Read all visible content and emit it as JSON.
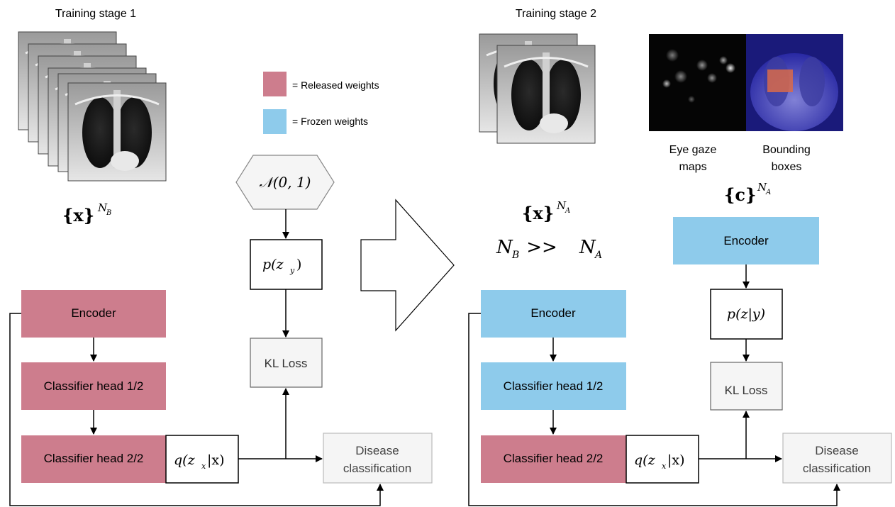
{
  "colors": {
    "released": "#cd7d8d",
    "frozen": "#8ecbeb",
    "gray_box": "#f5f5f5",
    "gray_border": "#777777"
  },
  "stage1": {
    "title": "Training stage 1",
    "dataset_label_base": "{x}",
    "dataset_label_sup": "N",
    "dataset_label_sub": "B",
    "encoder": "Encoder",
    "head1": "Classifier head 1/2",
    "head2": "Classifier head 2/2",
    "posterior": "q(z",
    "posterior_sub": "x",
    "posterior_rest": "|x)",
    "prior_dist": "𝒩(0, 1)",
    "prior": "p(z",
    "prior_sub": "y",
    "prior_rest": ")",
    "kl": "KL Loss",
    "disease_line1": "Disease",
    "disease_line2": "classification"
  },
  "legend": {
    "released": "= Released weights",
    "frozen": "= Frozen weights"
  },
  "stage2": {
    "title": "Training stage 2",
    "dataset_label_base": "{x}",
    "dataset_label_sup": "N",
    "dataset_label_sub": "A",
    "relation_lhs": "N",
    "relation_lhs_sub": "B",
    "relation_op": " >> ",
    "relation_rhs": "N",
    "relation_rhs_sub": "A",
    "eye_gaze_line1": "Eye gaze",
    "eye_gaze_line2": "maps",
    "bbox_line1": "Bounding",
    "bbox_line2": "boxes",
    "cond_label_base": "{c}",
    "cond_label_sup": "N",
    "cond_label_sub": "A",
    "cond_encoder": "Encoder",
    "cond_prior": "p(z|y)",
    "kl": "KL Loss",
    "encoder": "Encoder",
    "head1": "Classifier head 1/2",
    "head2": "Classifier head 2/2",
    "posterior": "q(z",
    "posterior_sub": "x",
    "posterior_rest": "|x)",
    "disease_line1": "Disease",
    "disease_line2": "classification"
  }
}
